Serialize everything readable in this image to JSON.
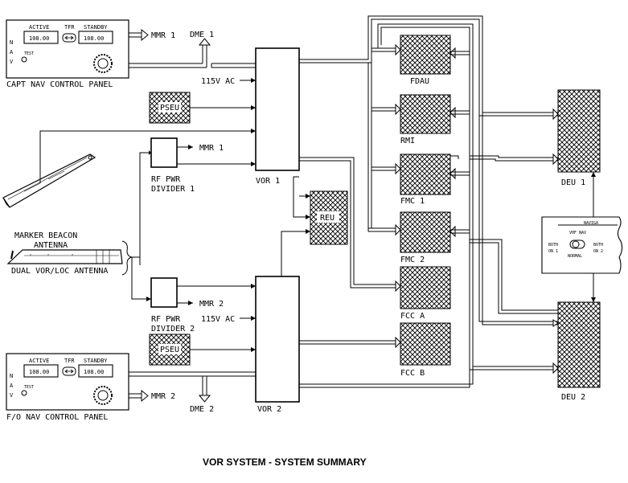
{
  "title": "VOR SYSTEM - SYSTEM SUMMARY",
  "capt_panel": {
    "active_label": "ACTIVE",
    "tfr_label": "TFR",
    "standby_label": "STANDBY",
    "active_freq": "108.00",
    "standby_freq": "108.00",
    "side_label": "N A V",
    "test_label": "TEST",
    "name": "CAPT NAV CONTROL PANEL"
  },
  "fo_panel": {
    "active_label": "ACTIVE",
    "tfr_label": "TFR",
    "standby_label": "STANDBY",
    "active_freq": "108.00",
    "standby_freq": "108.00",
    "side_label": "N A V",
    "test_label": "TEST",
    "name": "F/O NAV CONTROL PANEL"
  },
  "signals": {
    "mmr1_top": "MMR 1",
    "dme1": "DME 1",
    "ac1": "115V AC",
    "mmr1_div": "MMR 1",
    "mmr2_div": "MMR 2",
    "ac2": "115V AC",
    "mmr2_bottom": "MMR 2",
    "dme2": "DME 2"
  },
  "boxes": {
    "pseu1": "PSEU",
    "pseu2": "PSEU",
    "rf_div1": [
      "RF PWR",
      "DIVIDER 1"
    ],
    "rf_div2": [
      "RF PWR",
      "DIVIDER 2"
    ],
    "vor1": "VOR 1",
    "vor2": "VOR 2",
    "reu": "REU",
    "fdau": "FDAU",
    "rmi": "RMI",
    "fmc1": "FMC 1",
    "fmc2": "FMC 2",
    "fcc_a": "FCC A",
    "fcc_b": "FCC B",
    "deu1": "DEU 1",
    "deu2": "DEU 2"
  },
  "antennas": {
    "marker": [
      "MARKER BEACON",
      "ANTENNA"
    ],
    "vor_loc": "DUAL VOR/LOC ANTENNA"
  },
  "switch_panel": {
    "header": "NAVIGA",
    "label": "VHF NAV",
    "left": [
      "BOTH",
      "ON 1"
    ],
    "right": [
      "BOTH",
      "ON 2"
    ],
    "center": "NORMAL"
  }
}
